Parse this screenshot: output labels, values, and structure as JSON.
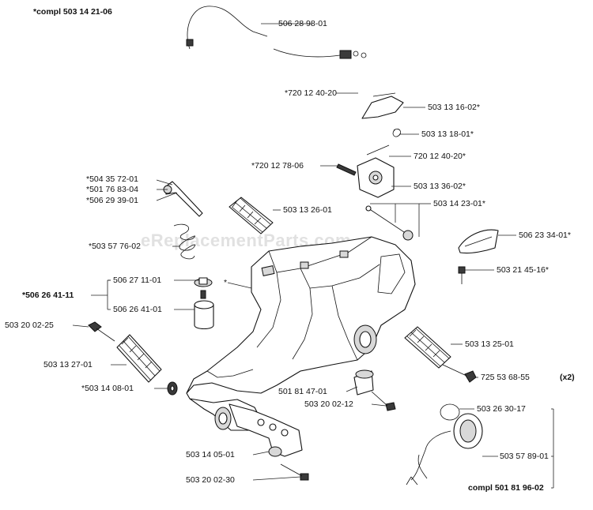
{
  "watermark": "eReplacementParts.com",
  "labels": [
    {
      "id": "lbl-compl-503-14-21-06",
      "text": "*compl 503 14 21-06",
      "bold": true
    },
    {
      "id": "lbl-506-28-98-01",
      "text": "506 28 98-01",
      "bold": false
    },
    {
      "id": "lbl-720-12-40-20-top",
      "text": "*720 12 40-20",
      "bold": false
    },
    {
      "id": "lbl-503-13-16-02",
      "text": "503 13 16-02*",
      "bold": false
    },
    {
      "id": "lbl-503-13-18-01",
      "text": "503 13 18-01*",
      "bold": false
    },
    {
      "id": "lbl-720-12-40-20-mid",
      "text": "720 12 40-20*",
      "bold": false
    },
    {
      "id": "lbl-720-12-78-06",
      "text": "*720 12 78-06",
      "bold": false
    },
    {
      "id": "lbl-503-13-36-02",
      "text": "503 13 36-02*",
      "bold": false
    },
    {
      "id": "lbl-504-35-72-01",
      "text": "*504 35 72-01",
      "bold": false
    },
    {
      "id": "lbl-501-76-83-04",
      "text": "*501 76 83-04",
      "bold": false
    },
    {
      "id": "lbl-506-29-39-01",
      "text": "*506 29 39-01",
      "bold": false
    },
    {
      "id": "lbl-503-13-26-01",
      "text": "503 13 26-01",
      "bold": false
    },
    {
      "id": "lbl-503-14-23-01",
      "text": "503 14 23-01*",
      "bold": false
    },
    {
      "id": "lbl-506-23-34-01",
      "text": "506 23 34-01*",
      "bold": false
    },
    {
      "id": "lbl-503-57-76-02",
      "text": "*503 57 76-02",
      "bold": false
    },
    {
      "id": "lbl-503-21-45-16",
      "text": "503 21 45-16*",
      "bold": false
    },
    {
      "id": "lbl-506-27-11-01",
      "text": "506 27 11-01",
      "bold": false
    },
    {
      "id": "lbl-506-26-41-11",
      "text": "*506 26 41-11",
      "bold": true
    },
    {
      "id": "lbl-506-26-41-01",
      "text": "506 26 41-01",
      "bold": false
    },
    {
      "id": "lbl-housing-star",
      "text": "*",
      "bold": false
    },
    {
      "id": "lbl-503-20-02-25",
      "text": "503 20 02-25",
      "bold": false
    },
    {
      "id": "lbl-503-13-25-01",
      "text": "503 13 25-01",
      "bold": false
    },
    {
      "id": "lbl-503-13-27-01",
      "text": "503 13 27-01",
      "bold": false
    },
    {
      "id": "lbl-725-53-68-55",
      "text": "725 53 68-55",
      "bold": false
    },
    {
      "id": "lbl-x2",
      "text": "(x2)",
      "bold": true
    },
    {
      "id": "lbl-501-81-47-01",
      "text": "501 81 47-01",
      "bold": false
    },
    {
      "id": "lbl-503-14-08-01",
      "text": "*503 14 08-01",
      "bold": false
    },
    {
      "id": "lbl-503-20-02-12",
      "text": "503 20 02-12",
      "bold": false
    },
    {
      "id": "lbl-503-26-30-17",
      "text": "503 26 30-17",
      "bold": false
    },
    {
      "id": "lbl-503-14-05-01",
      "text": "503 14 05-01",
      "bold": false
    },
    {
      "id": "lbl-503-57-89-01",
      "text": "503 57 89-01",
      "bold": false
    },
    {
      "id": "lbl-503-20-02-30",
      "text": "503 20 02-30",
      "bold": false
    },
    {
      "id": "lbl-compl-501-81-96-02",
      "text": "compl 501 81 96-02",
      "bold": true
    }
  ]
}
